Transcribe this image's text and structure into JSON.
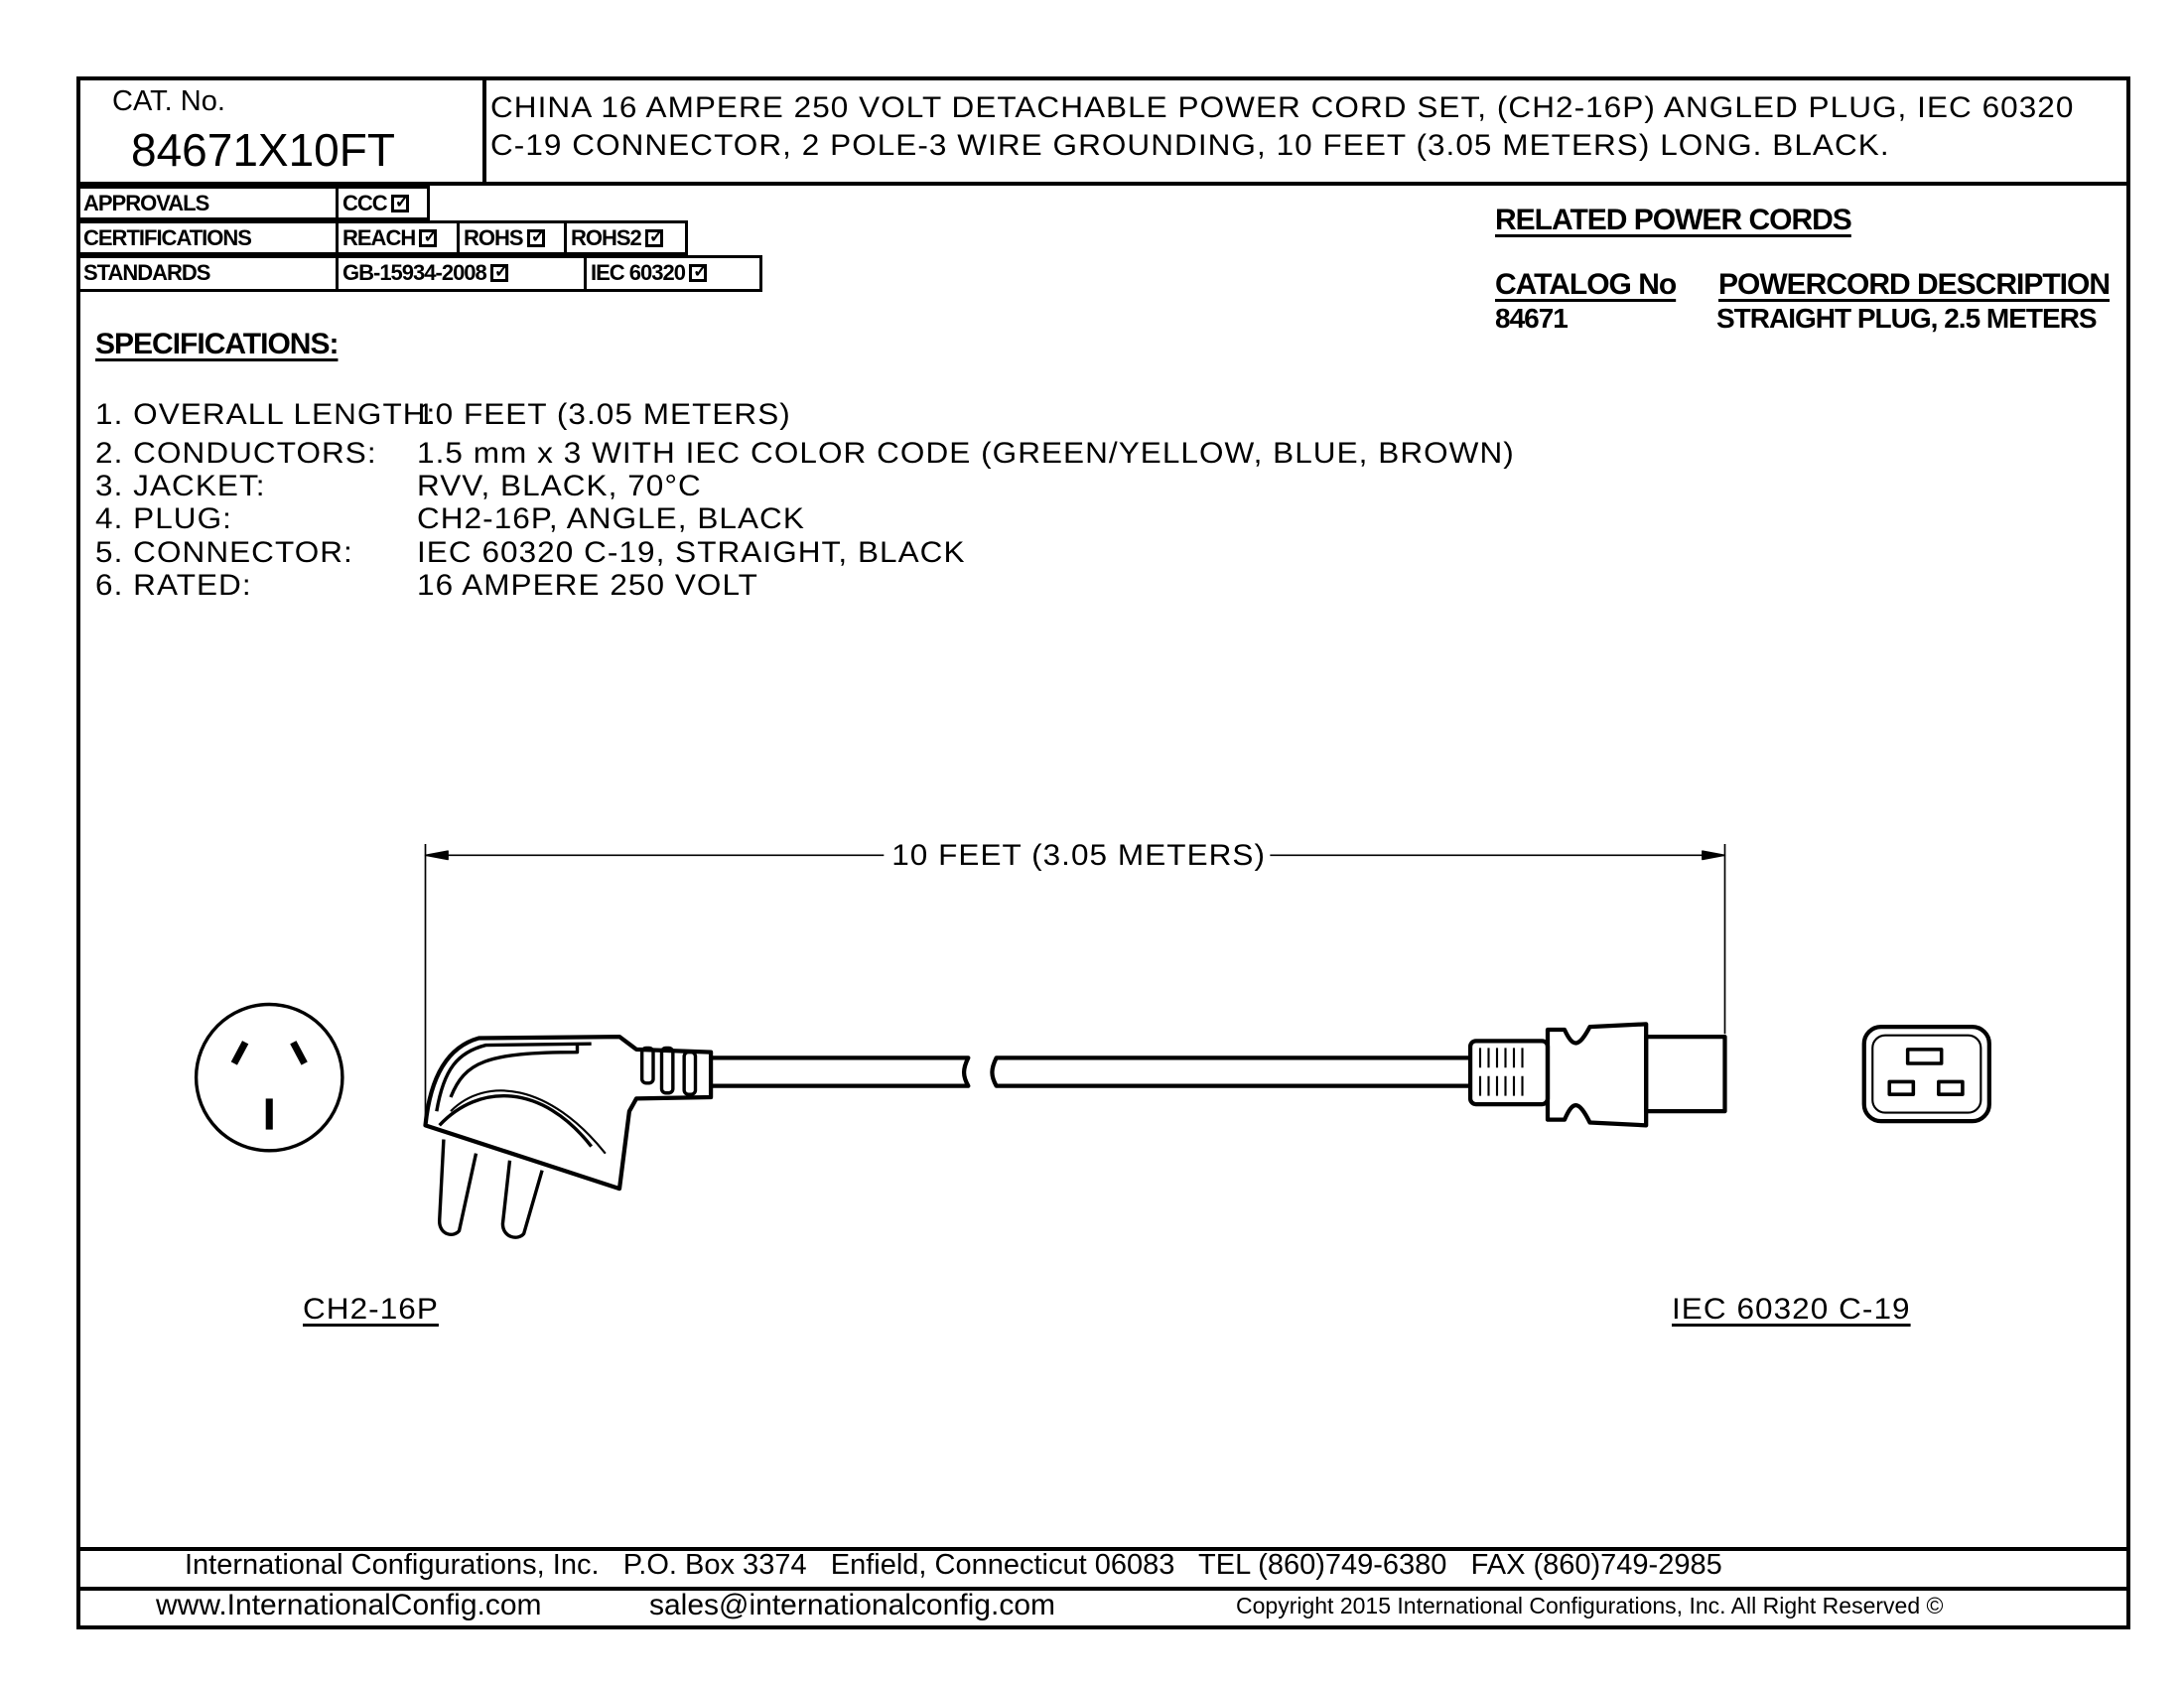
{
  "title_block": {
    "cat_label": "CAT. No.",
    "cat_number": "84671X10FT",
    "description_line1": "CHINA 16 AMPERE 250 VOLT DETACHABLE POWER CORD SET, (CH2-16P) ANGLED PLUG, IEC 60320",
    "description_line2": "C-19 CONNECTOR, 2 POLE-3 WIRE GROUNDING, 10 FEET (3.05 METERS) LONG. BLACK."
  },
  "compliance": {
    "approvals_label": "APPROVALS",
    "approvals": [
      "CCC"
    ],
    "certifications_label": "CERTIFICATIONS",
    "certifications": [
      "REACH",
      "ROHS",
      "ROHS2"
    ],
    "standards_label": "STANDARDS",
    "standards": [
      "GB-15934-2008",
      "IEC 60320"
    ]
  },
  "related": {
    "title": "RELATED POWER CORDS",
    "col_catalog": "CATALOG No",
    "col_description": "POWERCORD DESCRIPTION",
    "rows": [
      {
        "catalog": "84671",
        "description": "STRAIGHT PLUG, 2.5 METERS"
      }
    ]
  },
  "specifications": {
    "title": "SPECIFICATIONS:",
    "items": [
      {
        "label": "1. OVERALL LENGTH:",
        "value": "10 FEET (3.05 METERS)"
      },
      {
        "label": "2. CONDUCTORS:",
        "value": "1.5 mm x 3 WITH IEC COLOR CODE (GREEN/YELLOW, BLUE, BROWN)"
      },
      {
        "label": "3. JACKET:",
        "value": "RVV, BLACK, 70°C"
      },
      {
        "label": "4. PLUG:",
        "value": "CH2-16P, ANGLE, BLACK"
      },
      {
        "label": "5. CONNECTOR:",
        "value": "IEC 60320 C-19, STRAIGHT, BLACK"
      },
      {
        "label": "6. RATED:",
        "value": "16 AMPERE 250 VOLT"
      }
    ]
  },
  "drawing": {
    "dimension_label": "10 FEET (3.05 METERS)",
    "plug_label": "CH2-16P",
    "connector_label": "IEC 60320 C-19"
  },
  "footer": {
    "line1": "International Configurations, Inc.   P.O. Box 3374   Enfield, Connecticut 06083   TEL (860)749-6380   FAX (860)749-2985",
    "website": "www.InternationalConfig.com",
    "email": "sales@internationalconfig.com",
    "copyright": "Copyright 2015 International Configurations, Inc. All Right Reserved ©"
  }
}
